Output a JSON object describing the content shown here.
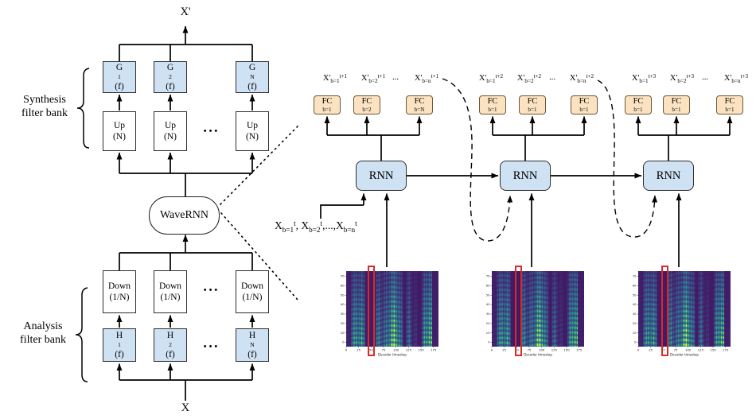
{
  "colors": {
    "box_blue": "#cfe2f3",
    "box_tan": "#fbe3c2",
    "tan_border": "#6d5636",
    "highlight_red": "#d92b25",
    "line": "#000000"
  },
  "left": {
    "output": "X'",
    "input": "X",
    "wavernn": "WaveRNN",
    "synthesis_label_line1": "Synthesis",
    "synthesis_label_line2": "filter bank",
    "analysis_label_line1": "Analysis",
    "analysis_label_line2": "filter bank",
    "g_boxes": [
      "G_{1}(f)",
      "G_{2}(f)",
      "G_{N}(f)"
    ],
    "up_boxes": [
      [
        "Up",
        "(N)"
      ],
      [
        "Up",
        "(N)"
      ],
      [
        "Up",
        "(N)"
      ]
    ],
    "down_boxes": [
      [
        "Down",
        "(1/N)"
      ],
      [
        "Down",
        "(1/N)"
      ],
      [
        "Down",
        "(1/N)"
      ]
    ],
    "h_boxes": [
      "H_{1}(f)",
      "H_{2}(f)",
      "H_{N}(f)"
    ],
    "ellipsis": "•••"
  },
  "right": {
    "input_label": "X_{b=1}^{t}, X_{b=2}^{t},...,X_{b=n}^{t}",
    "groups": [
      {
        "rnn": "RNN",
        "outputs": [
          "X'_{b=1}^{t+1}",
          "X'_{b=2}^{t+1}",
          "...",
          "X'_{b=n}^{t+1}"
        ],
        "fc": [
          "FC_{b=1}",
          "FC_{b=2}",
          "FC_{b=N}"
        ]
      },
      {
        "rnn": "RNN",
        "outputs": [
          "X'_{b=1}^{t+2}",
          "X'_{b=2}^{t+2}",
          "...",
          "X'_{b=n}^{t+2}"
        ],
        "fc": [
          "FC_{b=1}",
          "FC_{b=1}",
          "FC_{b=1}"
        ]
      },
      {
        "rnn": "RNN",
        "outputs": [
          "X'_{b=1}^{t+3}",
          "X'_{b=2}^{t+3}",
          "...",
          "X'_{b=n}^{t+3}"
        ],
        "fc": [
          "FC_{b=1}",
          "FC_{b=1}",
          "FC_{b=1}"
        ]
      }
    ],
    "spectrogram": {
      "xlabel": "Decoder timestep",
      "xticks": [
        "0",
        "25",
        "50",
        "75",
        "100",
        "125",
        "150",
        "175"
      ],
      "yticks": [
        "70",
        "60",
        "50",
        "40",
        "30",
        "20",
        "10",
        "0"
      ],
      "highlight_fracs": [
        0.27,
        0.29,
        0.285
      ]
    }
  }
}
